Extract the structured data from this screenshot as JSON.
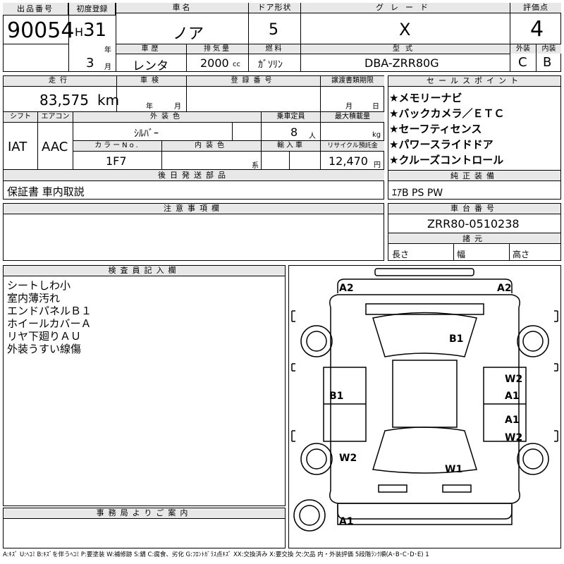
{
  "header": {
    "lot_label": "出品番号",
    "lot_value": "90054",
    "reg_label": "初度登録",
    "reg_era": "H",
    "reg_year": "31",
    "reg_year_unit": "年",
    "reg_month": "3",
    "reg_month_unit": "月",
    "car_name_label": "車名",
    "car_name_value": "ノア",
    "door_label": "ドア形状",
    "door_value": "5",
    "grade_label": "グレード",
    "grade_value": "X",
    "score_label": "評価点",
    "score_value": "4",
    "history_label": "車歴",
    "history_value": "レンタ",
    "displacement_label": "排気量",
    "displacement_value": "2000",
    "displacement_unit": "cc",
    "fuel_label": "燃料",
    "fuel_value": "ｶﾞｿﾘﾝ",
    "model_label": "型式",
    "model_value": "DBA-ZRR80G",
    "exterior_label": "外装",
    "exterior_value": "C",
    "interior_label": "内装",
    "interior_value": "B"
  },
  "row2": {
    "mileage_label": "走行",
    "mileage_value": "83,575",
    "mileage_unit": "km",
    "inspection_label": "車検",
    "inspection_year_unit": "年",
    "inspection_month_unit": "月",
    "regno_label": "登録番号",
    "transfer_label": "譲渡書類期限",
    "transfer_month_unit": "月",
    "transfer_day_unit": "日",
    "shift_label": "シフト",
    "shift_value": "IAT",
    "ac_label": "エアコン",
    "ac_value": "AAC",
    "ext_color_label": "外装色",
    "ext_color_value": "ｼﾙﾊﾞｰ",
    "capacity_label": "乗車定員",
    "capacity_value": "8",
    "capacity_unit": "人",
    "load_label": "最大積載量",
    "load_unit": "kg",
    "color_no_label": "カラーNo.",
    "color_no_value": "1F7",
    "int_color_label": "内装色",
    "int_color_unit": "系",
    "import_label": "輸入車",
    "recycle_label": "リサイクル預託金",
    "recycle_value": "12,470",
    "recycle_unit": "円",
    "parts_label": "後日発送部品",
    "parts_value": "保証書 車内取説"
  },
  "sales": {
    "label": "セールスポイント",
    "items": [
      "★メモリーナビ",
      "★バックカメラ／ＥＴＣ",
      "★セーフティセンス",
      "★パワースライドドア",
      "★クルーズコントロール"
    ]
  },
  "equipment": {
    "label": "純正装備",
    "value": "ｴｱB PS PW"
  },
  "notes": {
    "label": "注意事項欄"
  },
  "chassis": {
    "label": "車台番号",
    "value": "ZRR80-0510238"
  },
  "dims": {
    "label": "諸元",
    "length": "長さ",
    "width": "幅",
    "height": "高さ"
  },
  "inspector": {
    "label": "検査員記入欄",
    "lines": [
      "シートしわ小",
      "室内薄汚れ",
      "エンドパネルＢ１",
      "ホイールカバーＡ",
      "リヤ下廻りＡＵ",
      "外装うすい線傷"
    ]
  },
  "office": {
    "label": "事務局よりご案内"
  },
  "diagram": {
    "marks": [
      "A2",
      "A2",
      "B1",
      "B1",
      "W2",
      "A1",
      "A1",
      "W2",
      "W2",
      "W1",
      "A1"
    ]
  },
  "legend": "A:ｷｽﾞ U:ﾍｺﾐ B:ｷｽﾞを伴うﾍｺﾐ P:要塗装 W:補修跡 S:錆 C:腐食、劣化 G:ﾌﾛﾝﾄｶﾞﾗｽ点ｷｽﾞ XX:交換済み X:要交換 欠:欠品 内・外装評価 5段階ﾗﾝｸ順(A･B･C･D･E) 1"
}
